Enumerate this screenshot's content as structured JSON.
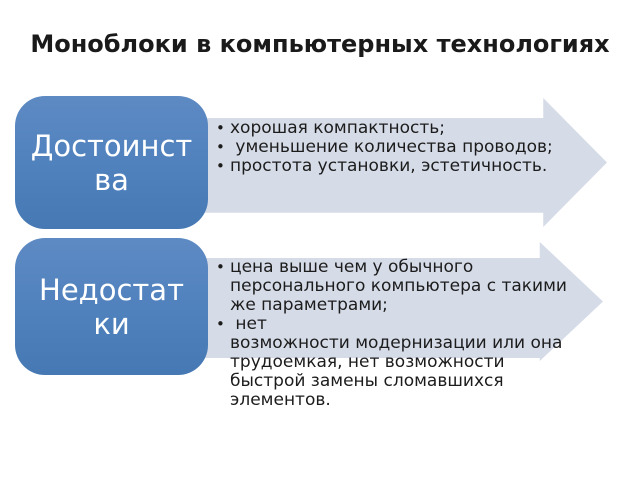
{
  "slide": {
    "title": "Моноблоки в компьютерных технологиях",
    "sections": [
      {
        "label": "Достоинства",
        "bullets": [
          "хорошая компактность;",
          " уменьшение количества проводов;",
          "простота установки, эстетичность."
        ]
      },
      {
        "label": "Недостатки",
        "bullets": [
          "цена выше чем у обычного персонального компьютера с такими же параметрами;",
          " нет\nвозможности модернизации или она трудоемкая, нет возможности быстрой замены сломавшихся элементов."
        ]
      }
    ],
    "colors": {
      "background": "#ffffff",
      "title_text": "#1a1a1a",
      "body_text": "#1c1c1c",
      "label_text": "#ffffff",
      "shape_fill": "#4f81bd",
      "shape_fill_light": "#5e8ac3",
      "arrow_fill": "#d5dbe7"
    }
  }
}
